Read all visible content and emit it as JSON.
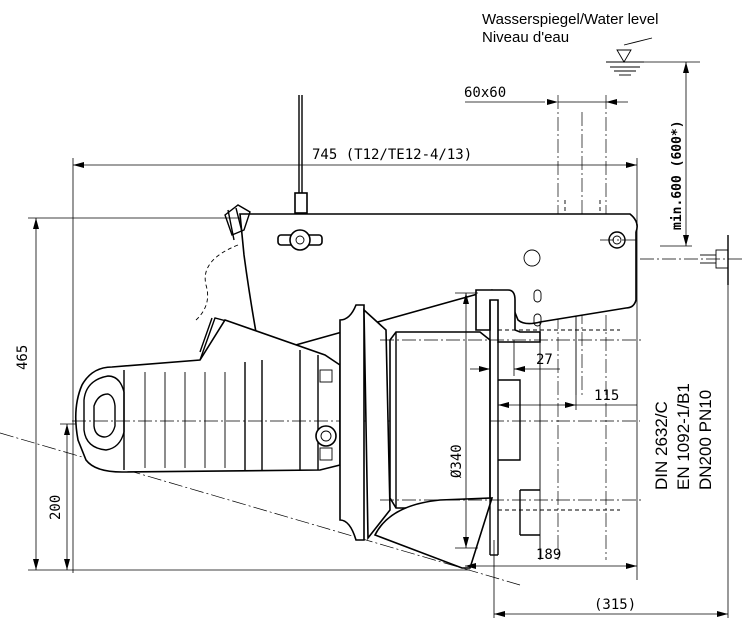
{
  "labels": {
    "water_level_line1": "Wasserspiegel/Water level",
    "water_level_line2": "Niveau d'eau",
    "min_depth": "min.600 (600*)",
    "square_section": "60x60",
    "overall_length": "745  (T12/TE12-4/13)",
    "overall_height": "465",
    "bottom_height": "200",
    "dim_27": "27",
    "dim_115": "115",
    "diameter": "Ø340",
    "dim_189": "189",
    "dim_315": "(315)",
    "standard_line1": "DIN 2632/C",
    "standard_line2": "EN 1092-1/B1",
    "standard_line3": "DN200 PN10"
  }
}
